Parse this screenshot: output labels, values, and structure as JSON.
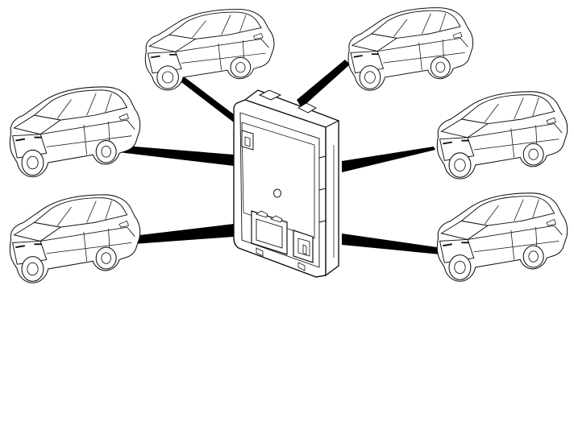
{
  "diagram": {
    "description_free": true,
    "colors": {
      "line": "#111111",
      "fill": "#ffffff",
      "leader": "#000000"
    },
    "module": {
      "icon": "control-module-icon",
      "connectors": [
        "connector-large",
        "connector-small",
        "connector-top"
      ]
    },
    "vehicles": [
      {
        "id": "car-top-left",
        "icon": "hatchback-rear-view-icon"
      },
      {
        "id": "car-top-right",
        "icon": "sedan-rear-view-icon"
      },
      {
        "id": "car-mid-left",
        "icon": "wagon-rear-view-icon"
      },
      {
        "id": "car-mid-right",
        "icon": "sedan-rear-view-icon"
      },
      {
        "id": "car-bottom-left",
        "icon": "wagon-rear-view-icon"
      },
      {
        "id": "car-bottom-right",
        "icon": "hatchback-rear-view-icon"
      }
    ]
  }
}
